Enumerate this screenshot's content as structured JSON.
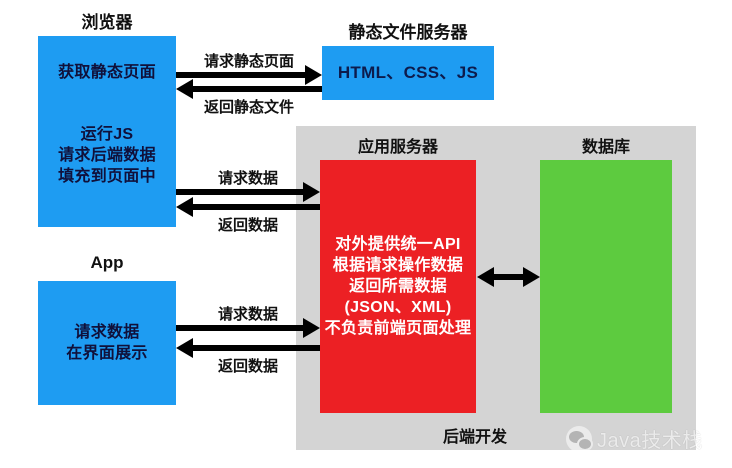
{
  "diagram": {
    "title_browser": "浏览器",
    "title_static_server": "静态文件服务器",
    "title_app": "App",
    "title_app_server": "应用服务器",
    "title_database": "数据库",
    "title_backend": "后端开发"
  },
  "boxes": {
    "browser_static": "获取静态页面",
    "browser_js": "运行JS\n请求后端数据\n填充到页面中",
    "static_files": "HTML、CSS、JS",
    "app_body": "请求数据\n在界面展示",
    "app_server_body": "对外提供统一API\n根据请求操作数据\n返回所需数据\n(JSON、XML)\n不负责前端页面处理",
    "database_body": ""
  },
  "arrows": {
    "req_static_page": "请求静态页面",
    "ret_static_file": "返回静态文件",
    "req_data_1": "请求数据",
    "ret_data_1": "返回数据",
    "req_data_2": "请求数据",
    "ret_data_2": "返回数据"
  },
  "watermark": {
    "text": "Java技术栈",
    "icon": "wechat-icon"
  },
  "colors": {
    "blue": "#1e9cf2",
    "red": "#ec2024",
    "green": "#5dcb3f",
    "gray_panel": "#d4d4d4",
    "background": "#ffffff",
    "arrow": "#000000"
  }
}
